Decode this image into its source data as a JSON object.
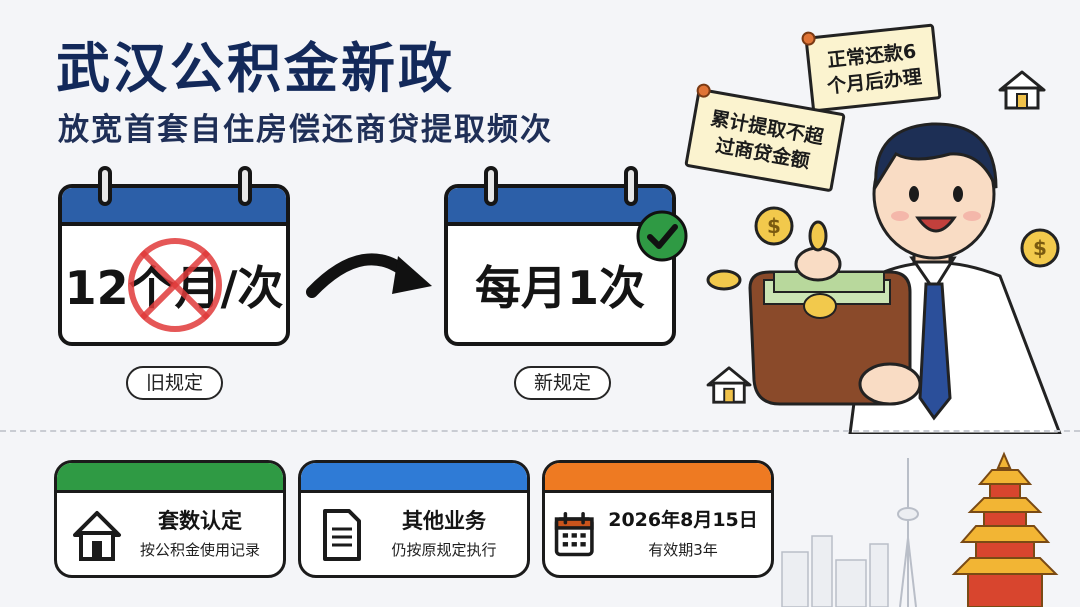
{
  "title": "武汉公积金新政",
  "subtitle": "放宽首套自住房偿还商贷提取频次",
  "old_rule": {
    "calendar_text": "12个月/次",
    "label": "旧规定"
  },
  "new_rule": {
    "calendar_text": "每月1次",
    "label": "新规定"
  },
  "notes": [
    {
      "line1": "正常还款6",
      "line2": "个月后办理"
    },
    {
      "line1": "累计提取不超",
      "line2": "过商贷金额"
    }
  ],
  "cards": [
    {
      "title": "套数认定",
      "desc": "按公积金使用记录",
      "icon": "house-icon",
      "band_color": "#2f9a44"
    },
    {
      "title": "其他业务",
      "desc": "仍按原规定执行",
      "icon": "document-icon",
      "band_color": "#2f7bd6"
    },
    {
      "title": "2026年8月15日",
      "desc": "有效期3年",
      "icon": "calendar-icon",
      "band_color": "#ee7a22"
    }
  ],
  "colors": {
    "title": "#13295a",
    "calendar_header": "#2c5fa8",
    "cross": "#e03a3a",
    "check": "#2f9a44"
  }
}
